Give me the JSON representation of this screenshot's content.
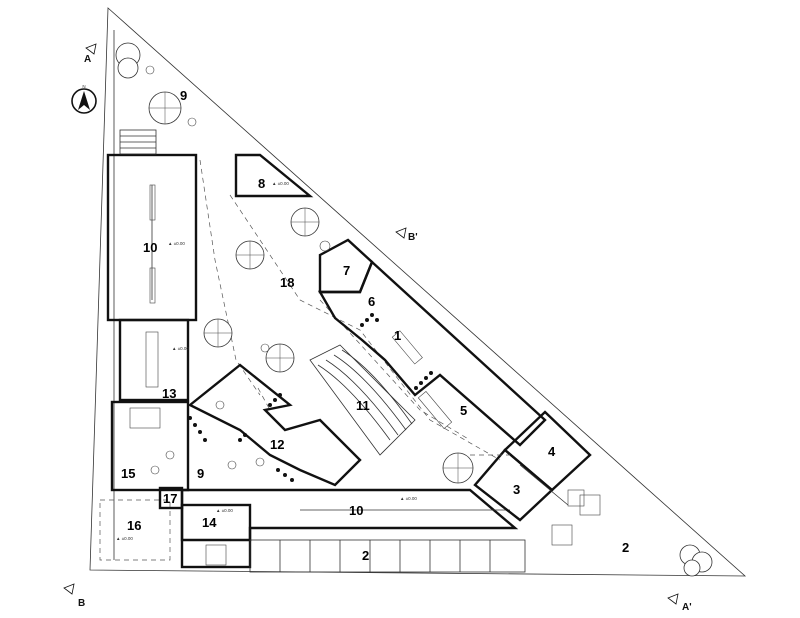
{
  "labels": {
    "l1": "1",
    "l2a": "2",
    "l2b": "2",
    "l3": "3",
    "l4": "4",
    "l5": "5",
    "l6": "6",
    "l7": "7",
    "l8": "8",
    "l9a": "9",
    "l9b": "9",
    "l10a": "10",
    "l10b": "10",
    "l11": "11",
    "l12": "12",
    "l13": "13",
    "l14": "14",
    "l15": "15",
    "l16": "16",
    "l17": "17",
    "l18": "18"
  },
  "section_marks": {
    "a_top": "A",
    "a_bottom": "A'",
    "b_bottom": "B",
    "b_top": "B'"
  },
  "level_tag": "▲ ±0.00",
  "north_symbol": "N",
  "colors": {
    "line": "#111111",
    "background": "#ffffff"
  }
}
